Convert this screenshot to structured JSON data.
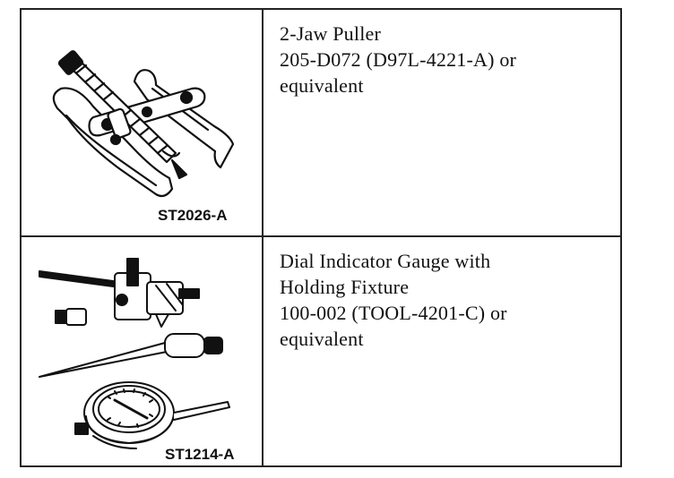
{
  "rows": [
    {
      "tool_name": "2-Jaw Puller",
      "part_number": "205-D072 (D97L-4221-A) or",
      "alt": "equivalent",
      "illustration_code": "ST2026-A",
      "illustration_icon": "two-jaw-puller-icon"
    },
    {
      "tool_name_line1": "Dial Indicator Gauge with",
      "tool_name_line2": "Holding Fixture",
      "part_number": "100-002 (TOOL-4201-C) or",
      "alt": "equivalent",
      "illustration_code": "ST1214-A",
      "illustration_icon": "dial-indicator-gauge-icon"
    }
  ]
}
